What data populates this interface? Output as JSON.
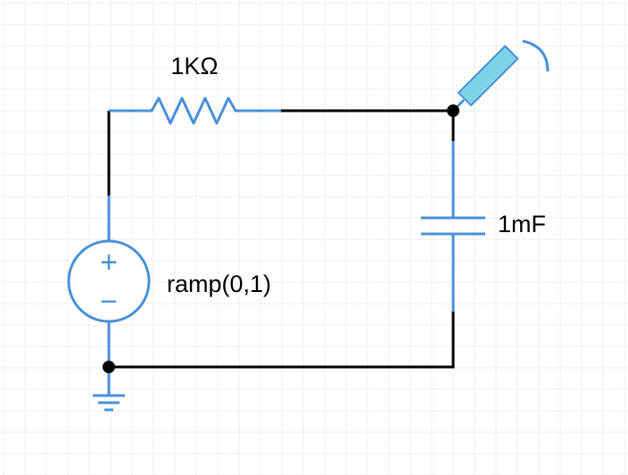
{
  "resistor": {
    "label": "1KΩ"
  },
  "capacitor": {
    "label": "1mF"
  },
  "source": {
    "label": "ramp(0,1)",
    "plus_sign": "+",
    "minus_sign": "−"
  },
  "probe": {
    "icon": "voltage-probe-icon"
  },
  "ground": {
    "icon": "ground-icon"
  },
  "colors": {
    "wire": "#000000",
    "component": "#4a90d9",
    "probe_fill": "#7fd3e6",
    "grid_line": "#ececec",
    "node_dot": "#000000"
  }
}
